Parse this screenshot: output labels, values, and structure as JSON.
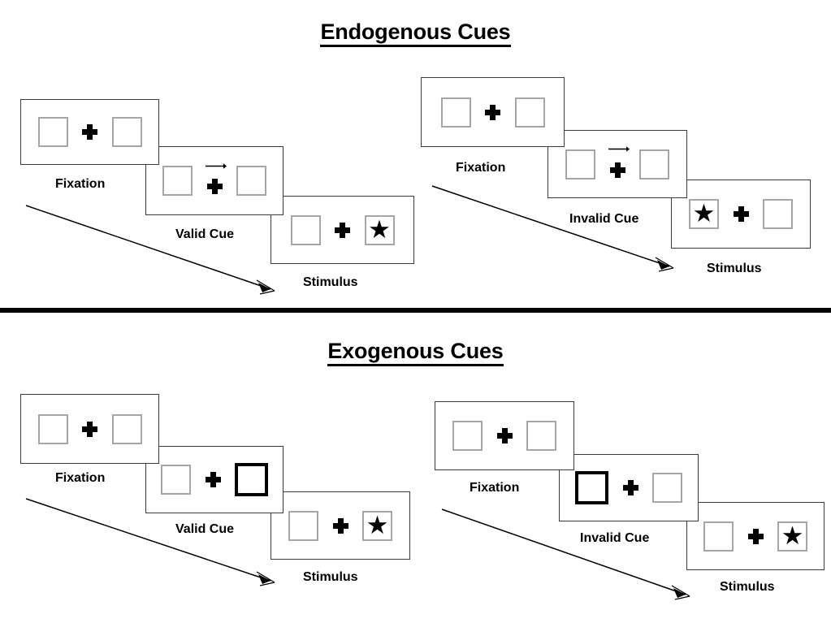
{
  "page": {
    "background": "#ffffff",
    "box_border_color": "#a6a6a6",
    "cued_box_border_color": "#000000",
    "panel_border_color": "#3b3b3b",
    "divider_color": "#000000"
  },
  "sections": [
    {
      "id": "endogenous",
      "title": "Endogenous Cues",
      "sequences": [
        {
          "id": "endogenous-valid",
          "frames": [
            {
              "caption": "Fixation",
              "left_box": {
                "cued": false,
                "star": false
              },
              "right_box": {
                "cued": false,
                "star": false
              },
              "arrow_cue": "none"
            },
            {
              "caption": "Valid Cue",
              "left_box": {
                "cued": false,
                "star": false
              },
              "right_box": {
                "cued": false,
                "star": false
              },
              "arrow_cue": "right"
            },
            {
              "caption": "Stimulus",
              "left_box": {
                "cued": false,
                "star": false
              },
              "right_box": {
                "cued": false,
                "star": true
              },
              "arrow_cue": "none"
            }
          ]
        },
        {
          "id": "endogenous-invalid",
          "frames": [
            {
              "caption": "Fixation",
              "left_box": {
                "cued": false,
                "star": false
              },
              "right_box": {
                "cued": false,
                "star": false
              },
              "arrow_cue": "none"
            },
            {
              "caption": "Invalid Cue",
              "left_box": {
                "cued": false,
                "star": false
              },
              "right_box": {
                "cued": false,
                "star": false
              },
              "arrow_cue": "right"
            },
            {
              "caption": "Stimulus",
              "left_box": {
                "cued": false,
                "star": true
              },
              "right_box": {
                "cued": false,
                "star": false
              },
              "arrow_cue": "none"
            }
          ]
        }
      ]
    },
    {
      "id": "exogenous",
      "title": "Exogenous Cues",
      "sequences": [
        {
          "id": "exogenous-valid",
          "frames": [
            {
              "caption": "Fixation",
              "left_box": {
                "cued": false,
                "star": false
              },
              "right_box": {
                "cued": false,
                "star": false
              },
              "arrow_cue": "none"
            },
            {
              "caption": "Valid Cue",
              "left_box": {
                "cued": false,
                "star": false
              },
              "right_box": {
                "cued": true,
                "star": false
              },
              "arrow_cue": "none"
            },
            {
              "caption": "Stimulus",
              "left_box": {
                "cued": false,
                "star": false
              },
              "right_box": {
                "cued": false,
                "star": true
              },
              "arrow_cue": "none"
            }
          ]
        },
        {
          "id": "exogenous-invalid",
          "frames": [
            {
              "caption": "Fixation",
              "left_box": {
                "cued": false,
                "star": false
              },
              "right_box": {
                "cued": false,
                "star": false
              },
              "arrow_cue": "none"
            },
            {
              "caption": "Invalid Cue",
              "left_box": {
                "cued": true,
                "star": false
              },
              "right_box": {
                "cued": false,
                "star": false
              },
              "arrow_cue": "none"
            },
            {
              "caption": "Stimulus",
              "left_box": {
                "cued": false,
                "star": false
              },
              "right_box": {
                "cued": false,
                "star": true
              },
              "arrow_cue": "none"
            }
          ]
        }
      ]
    }
  ],
  "glyphs": {
    "star": "★",
    "fixation_cross": "plus-cross",
    "cue_arrow": "arrow-right"
  }
}
